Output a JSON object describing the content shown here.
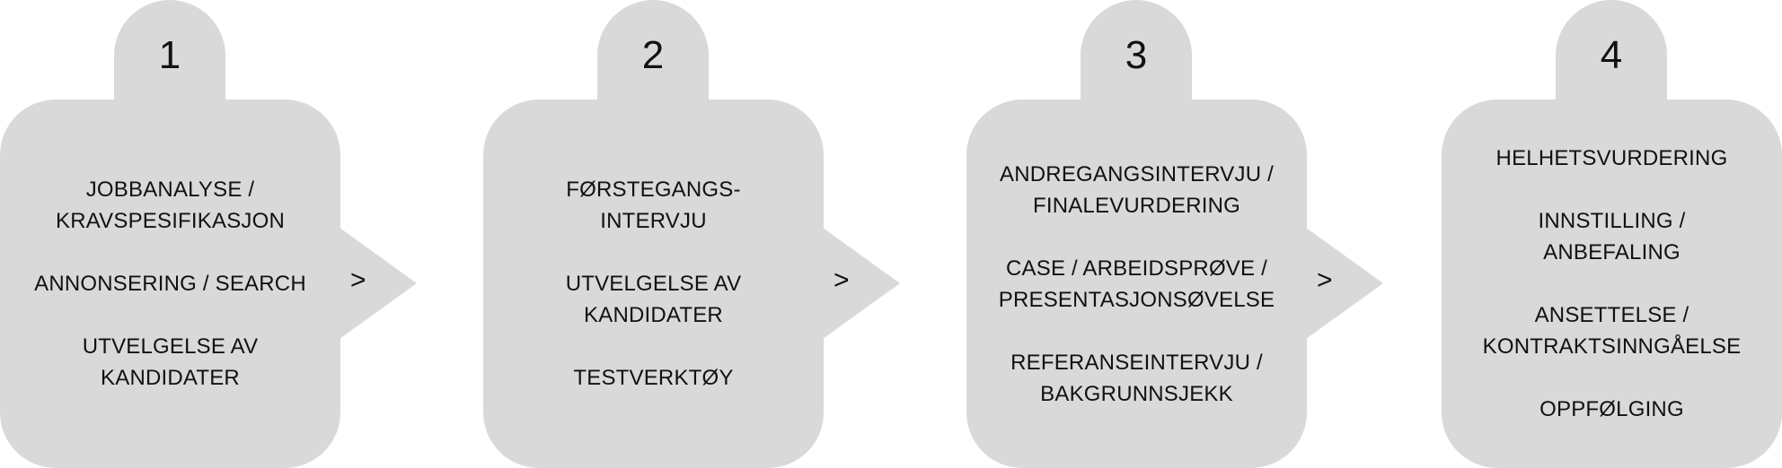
{
  "steps": [
    {
      "number": "1",
      "items": [
        "JOBBANALYSE /\nKRAVSPESIFIKASJON",
        "ANNONSERING / SEARCH",
        "UTVELGELSE AV\nKANDIDATER"
      ],
      "arrow": ">"
    },
    {
      "number": "2",
      "items": [
        "FØRSTEGANGS-\nINTERVJU",
        "UTVELGELSE AV\nKANDIDATER",
        "TESTVERKTØY"
      ],
      "arrow": ">"
    },
    {
      "number": "3",
      "items": [
        "ANDREGANGSINTERVJU /\nFINALEVURDERING",
        "CASE / ARBEIDSPRØVE /\nPRESENTASJONSØVELSE",
        "REFERANSEINTERVJU /\nBAKGRUNNSJEKK"
      ],
      "arrow": ">"
    },
    {
      "number": "4",
      "items": [
        "HELHETSVURDERING",
        "INNSTILLING /\nANBEFALING",
        "ANSETTELSE /\nKONTRAKTSINNGÅELSE",
        "OPPFØLGING"
      ]
    }
  ],
  "colors": {
    "shape_fill": "#d9d9d9",
    "text": "#111111",
    "background": "#ffffff"
  }
}
